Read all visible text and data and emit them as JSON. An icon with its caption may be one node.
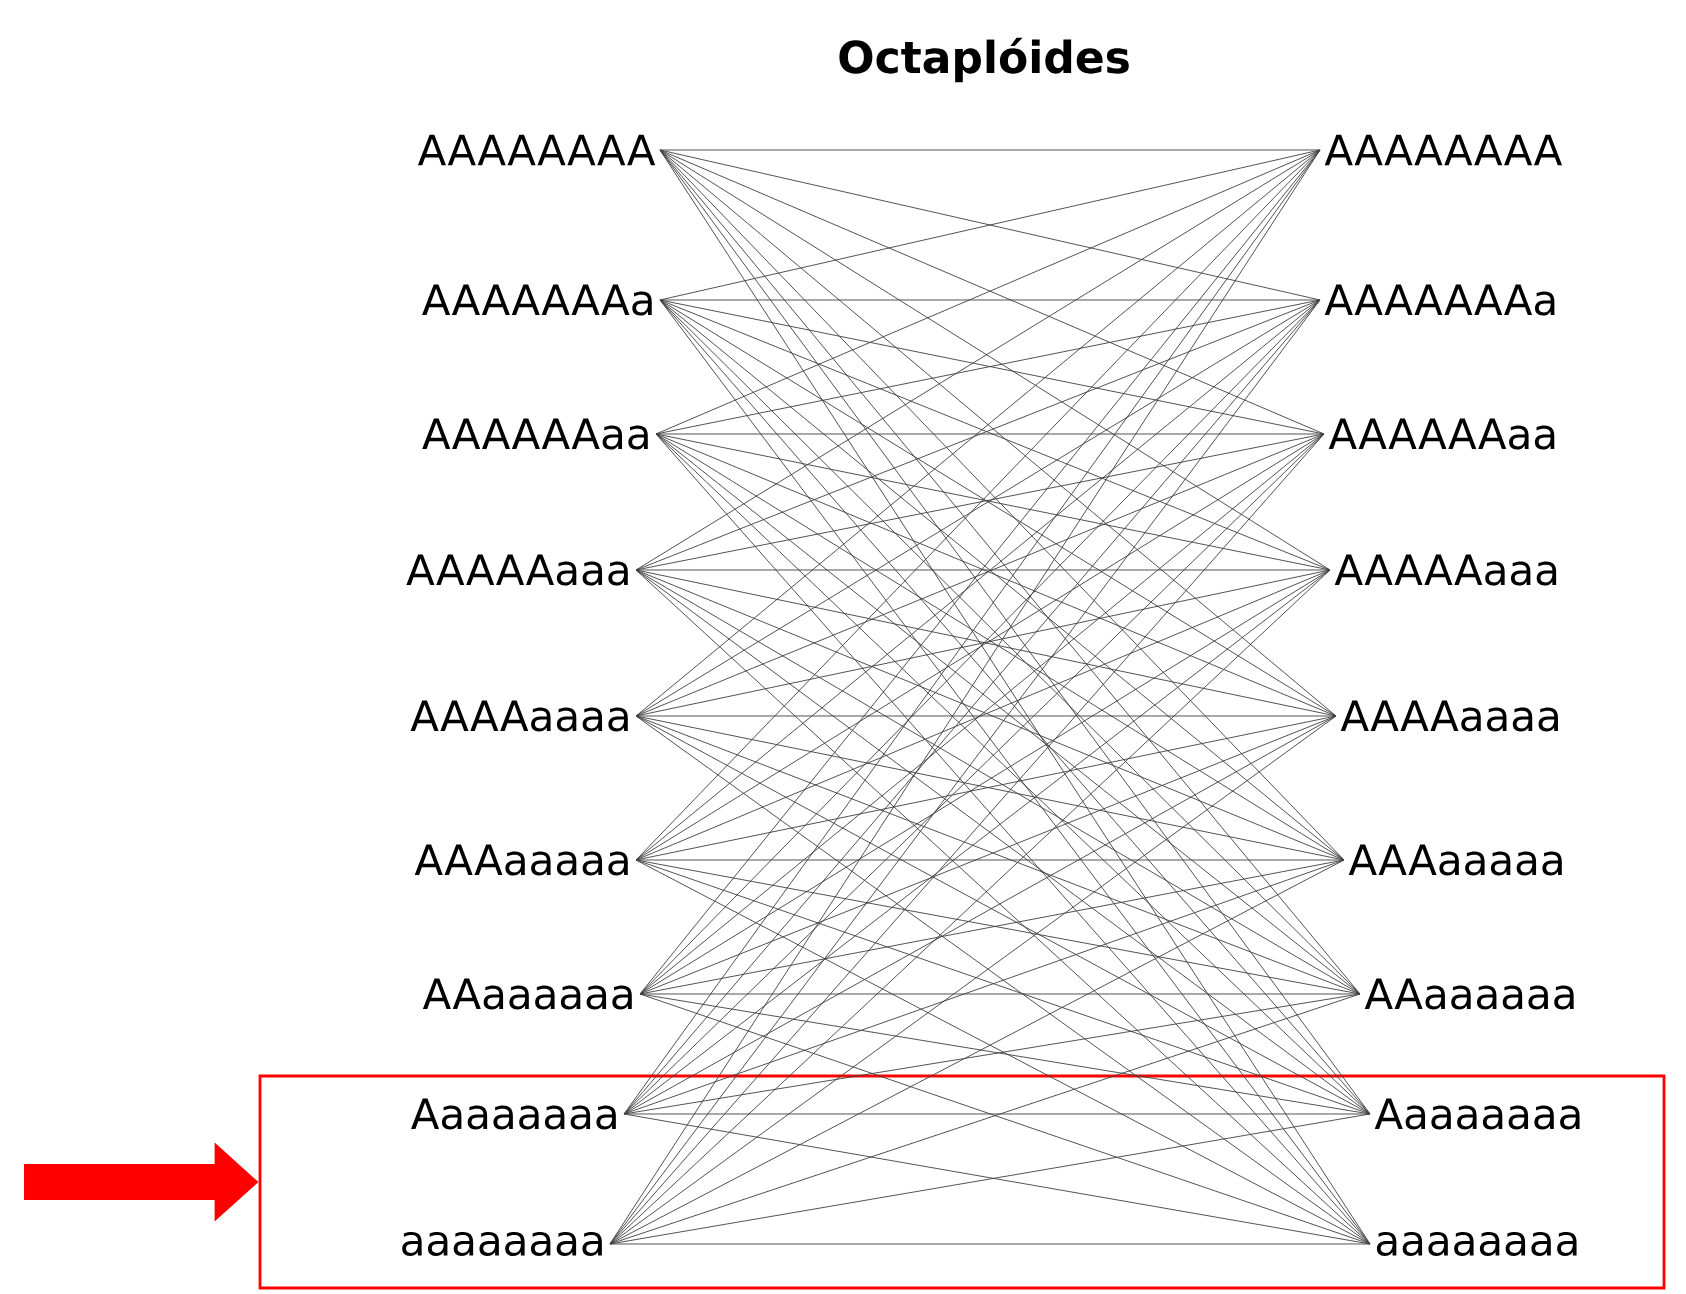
{
  "diagram": {
    "title": "Octaplóides",
    "nodes": [
      {
        "text": [],
        "shape": "box"
      },
      {
        "text": [
          "AAAAAAAA"
        ]
      },
      {
        "text": [
          "AAAAAAAa"
        ]
      },
      {
        "text": [
          "AAAAAAaa"
        ]
      },
      {
        "text": [
          "AAAAAaaa"
        ]
      },
      {
        "text": [
          "AAAAaaaa"
        ]
      },
      {
        "text": [
          "AAAaaaaa"
        ]
      },
      {
        "text": [
          "AAaaaaaa"
        ]
      },
      {
        "text": [
          "Aaaaaaaa"
        ],
        "in": 0
      },
      {
        "text": [
          "aaaaaaaa"
        ],
        "in": 0
      },
      {
        "text": [
          "AAAAAAAA"
        ]
      },
      {
        "text": [
          "AAAAAAAa"
        ]
      },
      {
        "text": [
          "AAAAAAaa"
        ]
      },
      {
        "text": [
          "AAAAAaaa"
        ]
      },
      {
        "text": [
          "AAAAaaaa"
        ]
      },
      {
        "text": [
          "AAAaaaaa"
        ]
      },
      {
        "text": [
          "AAaaaaaa"
        ]
      },
      {
        "text": [
          "Aaaaaaaa"
        ],
        "in": 0
      },
      {
        "text": [
          "aaaaaaaa"
        ],
        "in": 0
      }
    ],
    "edges": [
      {
        "from": 1,
        "to": 10,
        "arrow": "none"
      },
      {
        "from": 1,
        "to": 11,
        "arrow": "none"
      },
      {
        "from": 1,
        "to": 12,
        "arrow": "none"
      },
      {
        "from": 1,
        "to": 13,
        "arrow": "none"
      },
      {
        "from": 1,
        "to": 14,
        "arrow": "none"
      },
      {
        "from": 1,
        "to": 15,
        "arrow": "none"
      },
      {
        "from": 1,
        "to": 16,
        "arrow": "none"
      },
      {
        "from": 1,
        "to": 17,
        "arrow": "none"
      },
      {
        "from": 1,
        "to": 18,
        "arrow": "none"
      },
      {
        "from": 2,
        "to": 10,
        "arrow": "none"
      },
      {
        "from": 2,
        "to": 11,
        "arrow": "none"
      },
      {
        "from": 2,
        "to": 12,
        "arrow": "none"
      },
      {
        "from": 2,
        "to": 13,
        "arrow": "none"
      },
      {
        "from": 2,
        "to": 14,
        "arrow": "none"
      },
      {
        "from": 2,
        "to": 15,
        "arrow": "none"
      },
      {
        "from": 2,
        "to": 16,
        "arrow": "none"
      },
      {
        "from": 2,
        "to": 17,
        "arrow": "none"
      },
      {
        "from": 2,
        "to": 18,
        "arrow": "none"
      },
      {
        "from": 3,
        "to": 10,
        "arrow": "none"
      },
      {
        "from": 3,
        "to": 11,
        "arrow": "none"
      },
      {
        "from": 3,
        "to": 12,
        "arrow": "none"
      },
      {
        "from": 3,
        "to": 13,
        "arrow": "none"
      },
      {
        "from": 3,
        "to": 14,
        "arrow": "none"
      },
      {
        "from": 3,
        "to": 15,
        "arrow": "none"
      },
      {
        "from": 3,
        "to": 16,
        "arrow": "none"
      },
      {
        "from": 3,
        "to": 17,
        "arrow": "none"
      },
      {
        "from": 3,
        "to": 18,
        "arrow": "none"
      },
      {
        "from": 4,
        "to": 10,
        "arrow": "none"
      },
      {
        "from": 4,
        "to": 11,
        "arrow": "none"
      },
      {
        "from": 4,
        "to": 12,
        "arrow": "none"
      },
      {
        "from": 4,
        "to": 13,
        "arrow": "none"
      },
      {
        "from": 4,
        "to": 14,
        "arrow": "none"
      },
      {
        "from": 4,
        "to": 15,
        "arrow": "none"
      },
      {
        "from": 4,
        "to": 16,
        "arrow": "none"
      },
      {
        "from": 4,
        "to": 17,
        "arrow": "none"
      },
      {
        "from": 4,
        "to": 18,
        "arrow": "none"
      },
      {
        "from": 5,
        "to": 10,
        "arrow": "none"
      },
      {
        "from": 5,
        "to": 11,
        "arrow": "none"
      },
      {
        "from": 5,
        "to": 12,
        "arrow": "none"
      },
      {
        "from": 5,
        "to": 13,
        "arrow": "none"
      },
      {
        "from": 5,
        "to": 14,
        "arrow": "none"
      },
      {
        "from": 5,
        "to": 15,
        "arrow": "none"
      },
      {
        "from": 5,
        "to": 16,
        "arrow": "none"
      },
      {
        "from": 5,
        "to": 17,
        "arrow": "none"
      },
      {
        "from": 5,
        "to": 18,
        "arrow": "none"
      },
      {
        "from": 6,
        "to": 10,
        "arrow": "none"
      },
      {
        "from": 6,
        "to": 11,
        "arrow": "none"
      },
      {
        "from": 6,
        "to": 12,
        "arrow": "none"
      },
      {
        "from": 6,
        "to": 13,
        "arrow": "none"
      },
      {
        "from": 6,
        "to": 14,
        "arrow": "none"
      },
      {
        "from": 6,
        "to": 15,
        "arrow": "none"
      },
      {
        "from": 6,
        "to": 16,
        "arrow": "none"
      },
      {
        "from": 6,
        "to": 17,
        "arrow": "none"
      },
      {
        "from": 6,
        "to": 18,
        "arrow": "none"
      },
      {
        "from": 7,
        "to": 10,
        "arrow": "none"
      },
      {
        "from": 7,
        "to": 11,
        "arrow": "none"
      },
      {
        "from": 7,
        "to": 12,
        "arrow": "none"
      },
      {
        "from": 7,
        "to": 13,
        "arrow": "none"
      },
      {
        "from": 7,
        "to": 14,
        "arrow": "none"
      },
      {
        "from": 7,
        "to": 15,
        "arrow": "none"
      },
      {
        "from": 7,
        "to": 16,
        "arrow": "none"
      },
      {
        "from": 7,
        "to": 17,
        "arrow": "none"
      },
      {
        "from": 7,
        "to": 18,
        "arrow": "none"
      },
      {
        "from": 8,
        "to": 10,
        "arrow": "none"
      },
      {
        "from": 8,
        "to": 11,
        "arrow": "none"
      },
      {
        "from": 8,
        "to": 12,
        "arrow": "none"
      },
      {
        "from": 8,
        "to": 13,
        "arrow": "none"
      },
      {
        "from": 8,
        "to": 14,
        "arrow": "none"
      },
      {
        "from": 8,
        "to": 15,
        "arrow": "none"
      },
      {
        "from": 8,
        "to": 16,
        "arrow": "none"
      },
      {
        "from": 8,
        "to": 17,
        "arrow": "none"
      },
      {
        "from": 8,
        "to": 18,
        "arrow": "none"
      },
      {
        "from": 9,
        "to": 10,
        "arrow": "none"
      },
      {
        "from": 9,
        "to": 11,
        "arrow": "none"
      },
      {
        "from": 9,
        "to": 12,
        "arrow": "none"
      },
      {
        "from": 9,
        "to": 13,
        "arrow": "none"
      },
      {
        "from": 9,
        "to": 14,
        "arrow": "none"
      },
      {
        "from": 9,
        "to": 15,
        "arrow": "none"
      },
      {
        "from": 9,
        "to": 16,
        "arrow": "none"
      },
      {
        "from": 9,
        "to": 17,
        "arrow": "none"
      },
      {
        "from": 9,
        "to": 18,
        "arrow": "none"
      },
      {
        "from": null,
        "to": 0,
        "arrow": "to",
        "style": "thick",
        "color": "#ff0000"
      }
    ]
  }
}
